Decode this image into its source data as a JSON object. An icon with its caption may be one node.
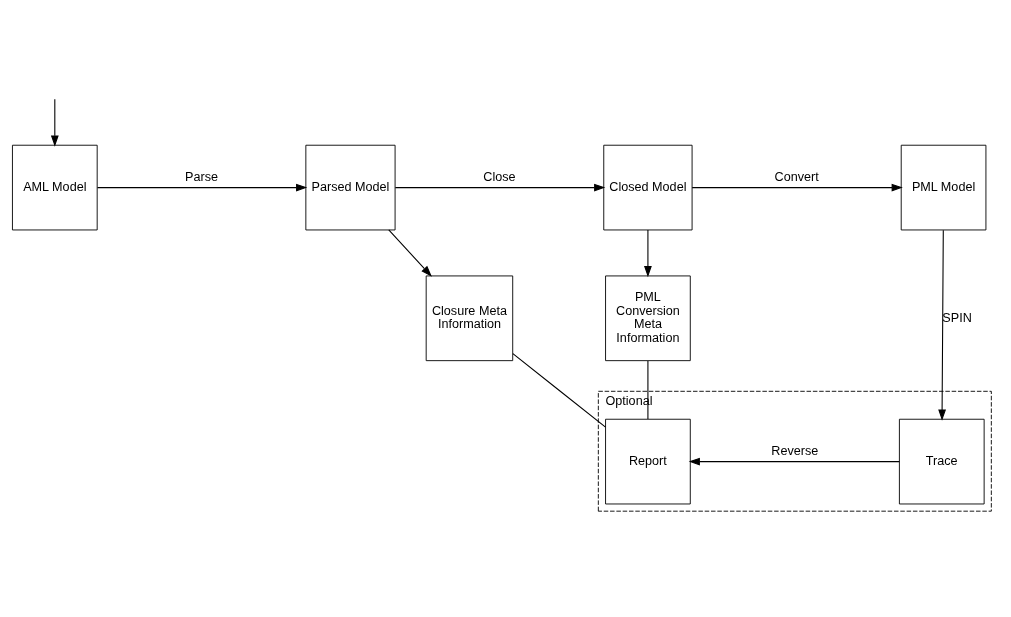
{
  "diagram": {
    "nodes": [
      {
        "text": [
          "AML Model"
        ]
      },
      {
        "text": [
          "Parsed Model"
        ]
      },
      {
        "text": [
          "Closed Model"
        ]
      },
      {
        "text": [
          "PML Model"
        ]
      },
      {
        "text": [
          "Closure Meta Information"
        ]
      },
      {
        "text": [
          "PML Conversion Meta Information"
        ]
      },
      {
        "text": [
          "Optional"
        ]
      },
      {
        "text": [
          "Report"
        ],
        "in": 6
      },
      {
        "text": [
          "Trace"
        ],
        "in": 6
      }
    ],
    "edges": [
      {
        "from": null,
        "to": 0,
        "arrow": "to"
      },
      {
        "from": 0,
        "to": 1,
        "arrow": "to",
        "label": "Parse"
      },
      {
        "from": 1,
        "to": 2,
        "arrow": "to",
        "label": "Close"
      },
      {
        "from": 2,
        "to": 3,
        "arrow": "to",
        "label": "Convert"
      },
      {
        "from": 1,
        "to": 4,
        "arrow": "to"
      },
      {
        "from": 2,
        "to": 5,
        "arrow": "to"
      },
      {
        "from": 3,
        "to": 8,
        "arrow": "to",
        "label": "SPIN"
      },
      {
        "from": 8,
        "to": 7,
        "arrow": "to",
        "label": "Reverse"
      },
      {
        "from": 4,
        "to": 7,
        "arrow": "none"
      },
      {
        "from": 5,
        "to": 7,
        "arrow": "none"
      }
    ]
  }
}
